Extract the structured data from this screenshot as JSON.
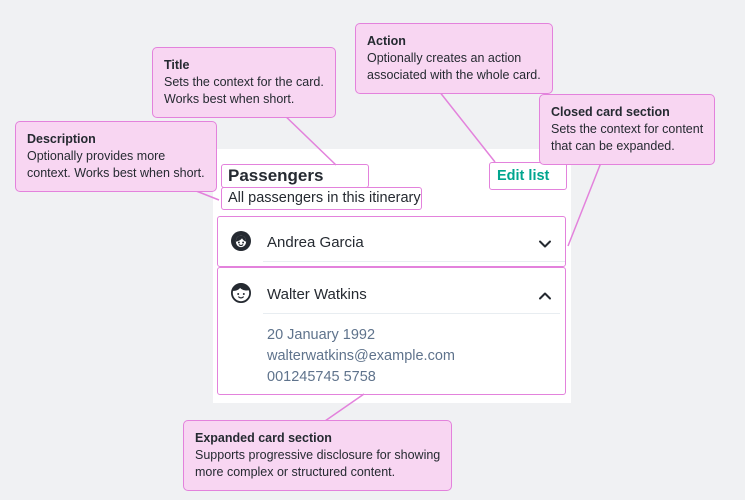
{
  "colors": {
    "page_background": "#f0f1f3",
    "panel_background": "#ffffff",
    "annotation_fill": "#f8d6f2",
    "annotation_border": "#e382dc",
    "ink_text": "#252a31",
    "secondary_text": "#5f738c",
    "action_teal": "#00a58e",
    "divider": "#e8edf1"
  },
  "callouts": {
    "title": {
      "heading": "Title",
      "body": "Sets the context for the card.\nWorks best when short."
    },
    "action": {
      "heading": "Action",
      "body": "Optionally creates an action\nassociated with the whole card."
    },
    "description": {
      "heading": "Description",
      "body": "Optionally provides more\ncontext. Works best when short."
    },
    "closed": {
      "heading": "Closed card section",
      "body": "Sets the context for content\nthat can be expanded."
    },
    "expanded": {
      "heading": "Expanded card section",
      "body": "Supports progressive disclosure for showing\nmore complex or structured content."
    }
  },
  "card": {
    "title": "Passengers",
    "description": "All passengers in this itinerary",
    "action_label": "Edit list",
    "sections": [
      {
        "name": "Andrea Garcia",
        "avatar": "woman-avatar",
        "state": "collapsed"
      },
      {
        "name": "Walter Watkins",
        "avatar": "boy-avatar",
        "state": "expanded",
        "details": [
          "20 January 1992",
          "walterwatkins@example.com",
          "001245745 5758"
        ]
      }
    ]
  }
}
